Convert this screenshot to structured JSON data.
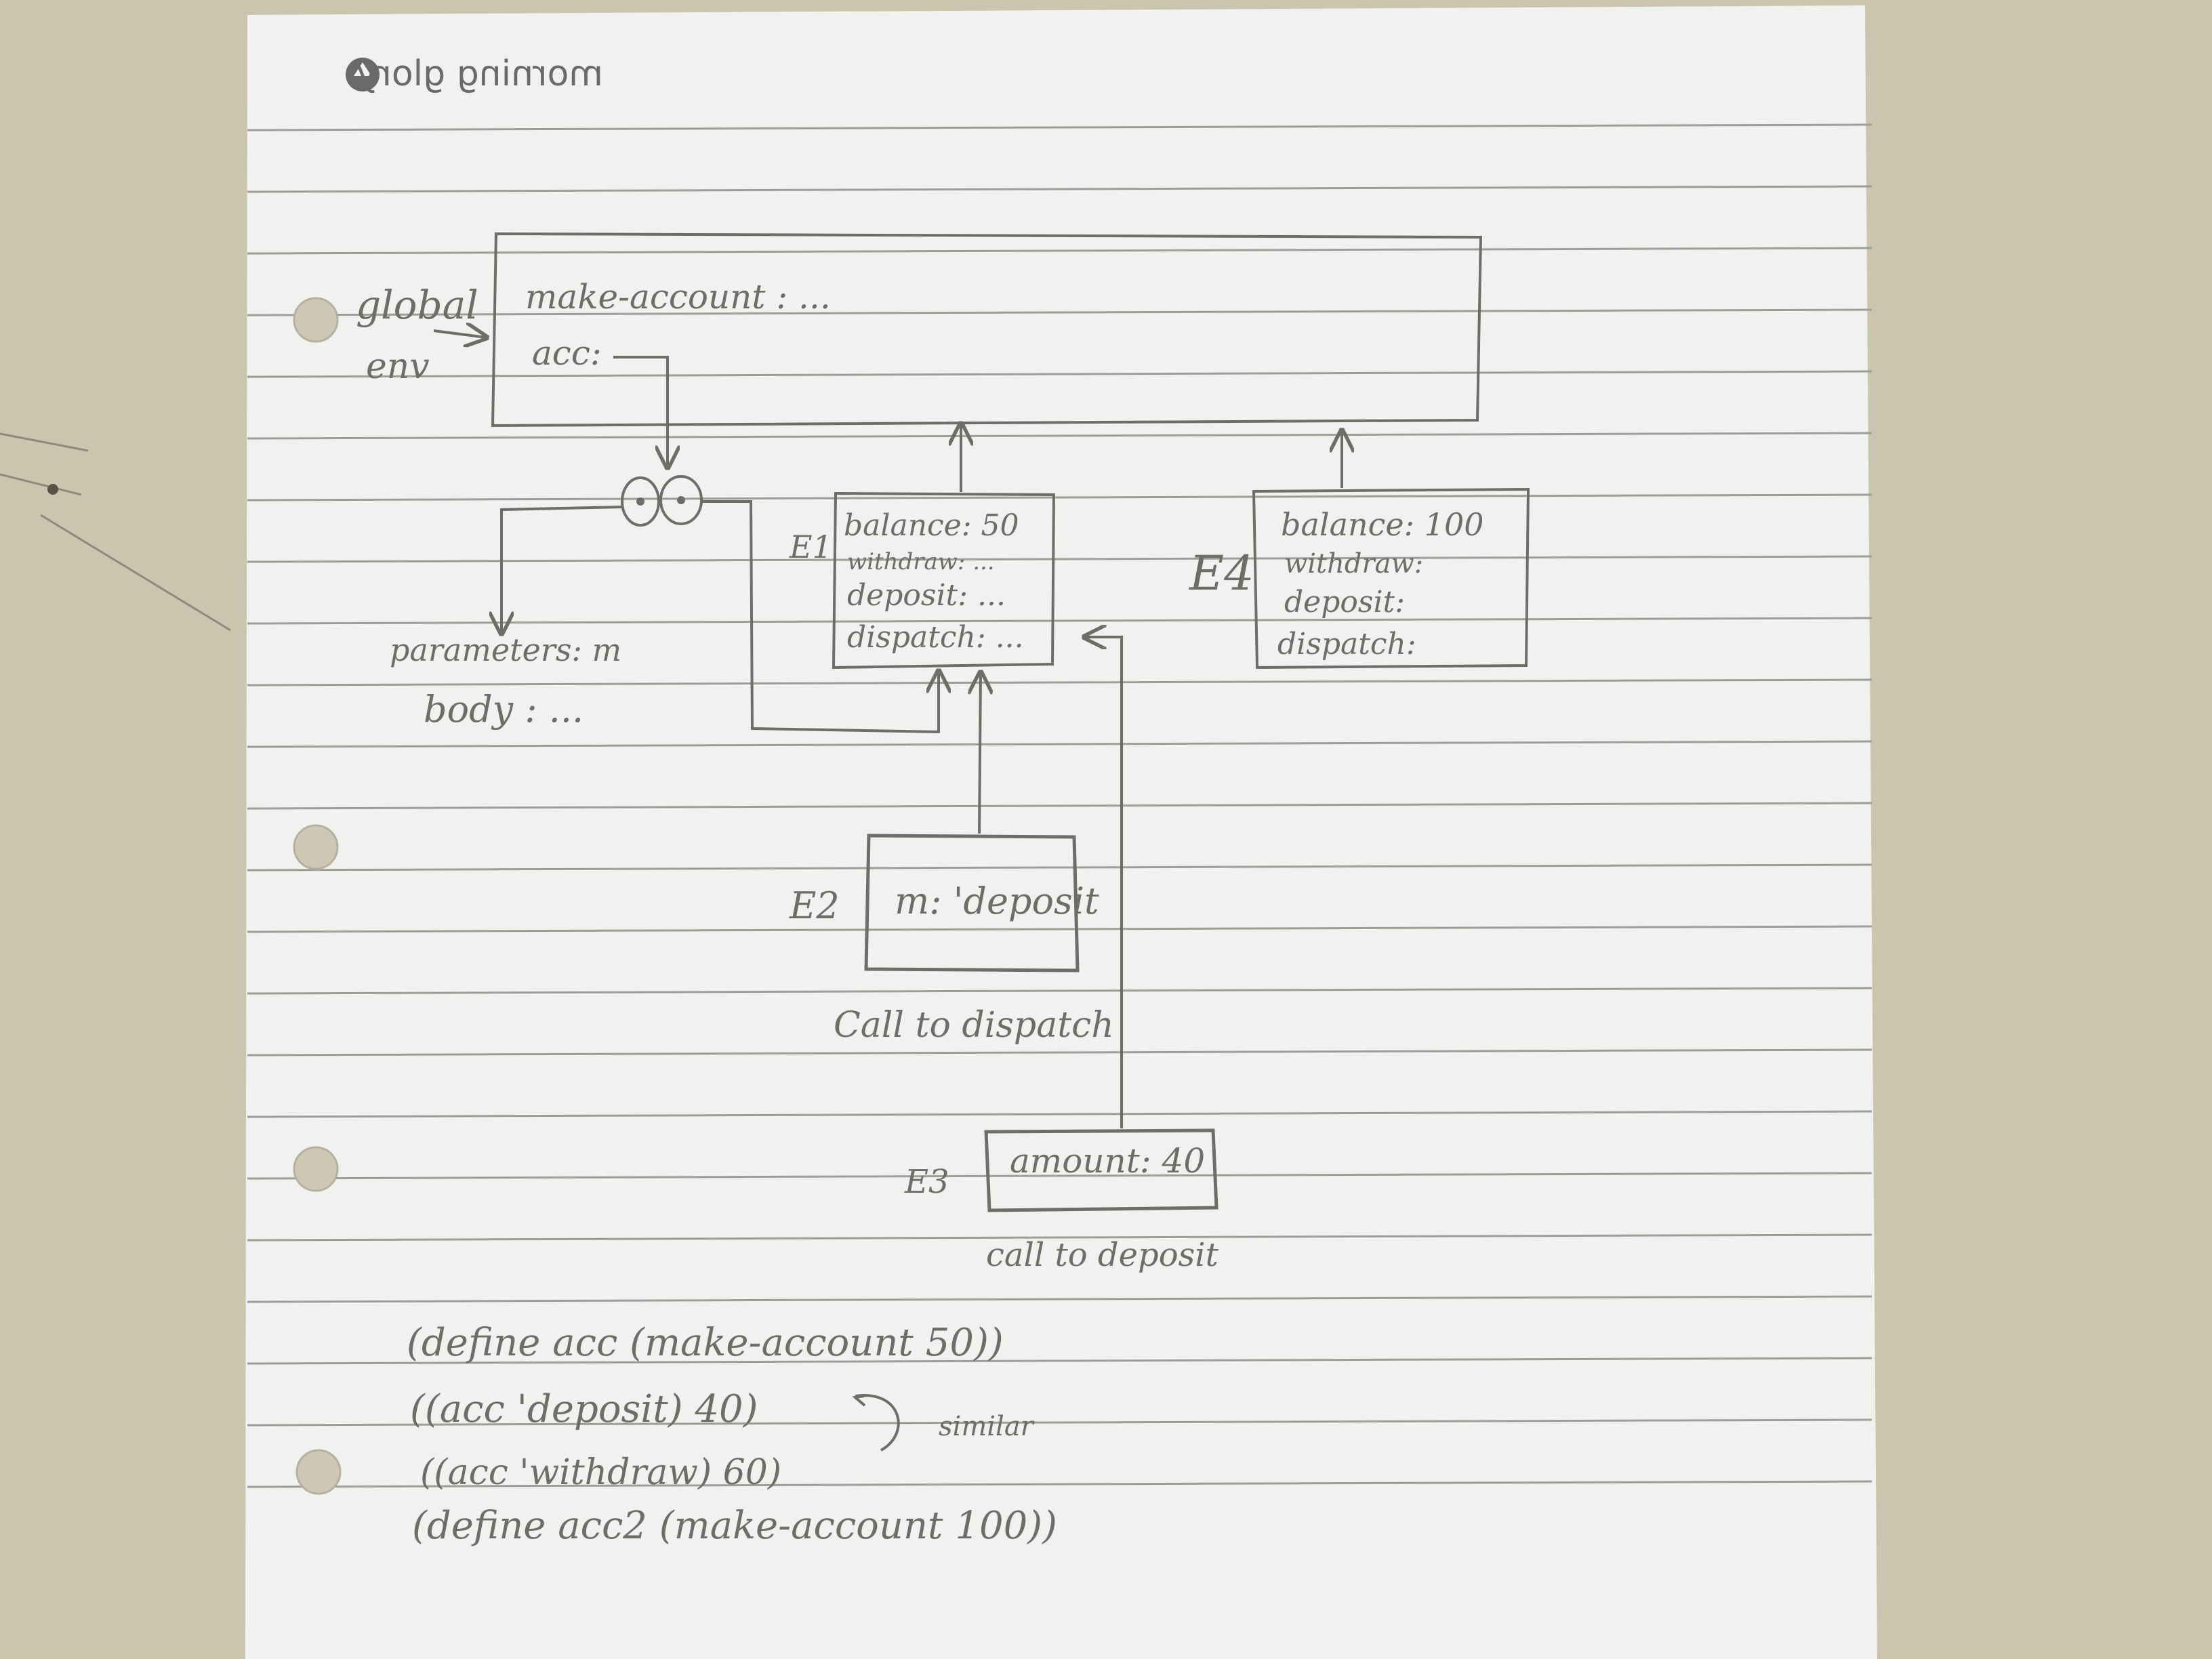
{
  "brand": {
    "name": "morning glory"
  },
  "global_env": {
    "label_line1": "global",
    "label_line2": "env",
    "bindings": [
      "make-account : ...",
      "acc:"
    ]
  },
  "procedure_object": {
    "parameters": "parameters: m",
    "body": "body : ..."
  },
  "frames": {
    "e1": {
      "label": "E1",
      "bindings": [
        "balance: 50",
        "withdraw: ...",
        "deposit: ...",
        "dispatch: ..."
      ]
    },
    "e4": {
      "label": "E4",
      "bindings": [
        "balance: 100",
        "withdraw:",
        "deposit:",
        "dispatch:"
      ]
    },
    "e2": {
      "label": "E2",
      "bindings": [
        "m: 'deposit"
      ],
      "caption": "Call to dispatch"
    },
    "e3": {
      "label": "E3",
      "bindings": [
        "amount: 40"
      ],
      "caption": "call to deposit"
    }
  },
  "code": {
    "lines": [
      "(define acc (make-account 50))",
      "((acc 'deposit) 40)",
      "((acc 'withdraw) 60)",
      "(define acc2 (make-account 100))"
    ],
    "annotation": "similar"
  }
}
